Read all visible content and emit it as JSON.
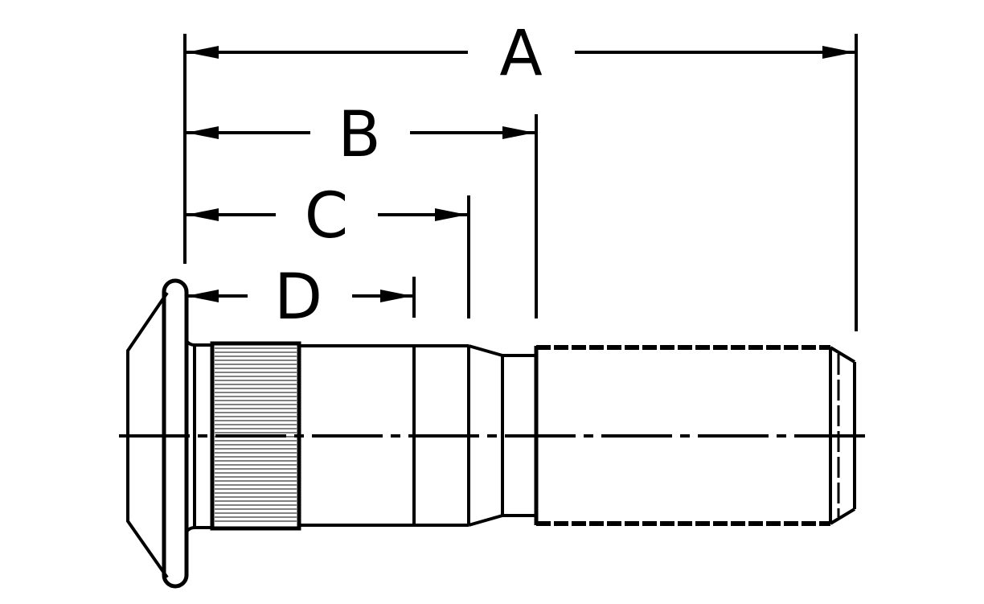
{
  "dimensions": {
    "a": {
      "label": "A"
    },
    "b": {
      "label": "B"
    },
    "c": {
      "label": "C"
    },
    "d": {
      "label": "D"
    }
  },
  "colors": {
    "stroke": "#000000",
    "background": "#ffffff"
  }
}
